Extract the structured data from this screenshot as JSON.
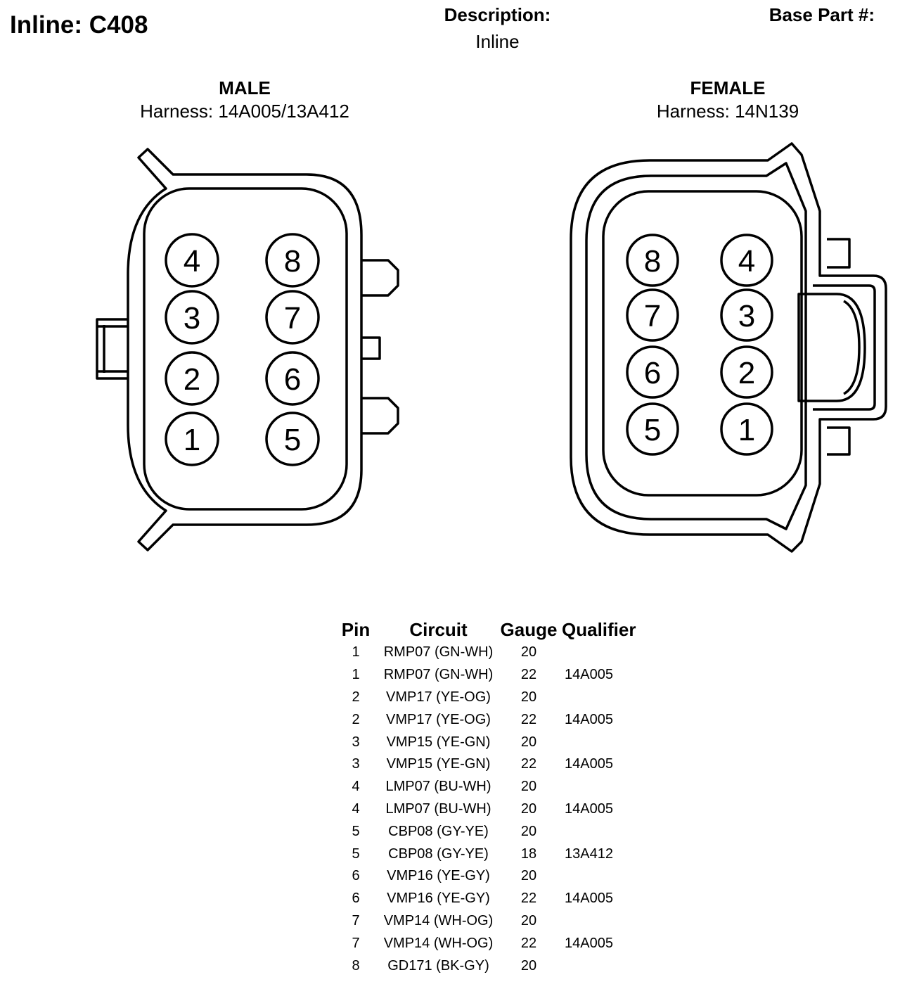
{
  "header": {
    "title": "Inline: C408",
    "description_label": "Description:",
    "description_value": "Inline",
    "base_part_label": "Base Part #:"
  },
  "male": {
    "gender": "MALE",
    "harness": "Harness: 14A005/13A412",
    "pins_left_column": [
      "4",
      "3",
      "2",
      "1"
    ],
    "pins_right_column": [
      "8",
      "7",
      "6",
      "5"
    ]
  },
  "female": {
    "gender": "FEMALE",
    "harness": "Harness: 14N139",
    "pins_left_column": [
      "8",
      "7",
      "6",
      "5"
    ],
    "pins_right_column": [
      "4",
      "3",
      "2",
      "1"
    ]
  },
  "table": {
    "headers": {
      "pin": "Pin",
      "circuit": "Circuit",
      "gauge": "Gauge",
      "qualifier": "Qualifier"
    },
    "rows": [
      {
        "pin": "1",
        "circuit": "RMP07 (GN-WH)",
        "gauge": "20",
        "qualifier": ""
      },
      {
        "pin": "1",
        "circuit": "RMP07 (GN-WH)",
        "gauge": "22",
        "qualifier": "14A005"
      },
      {
        "pin": "2",
        "circuit": "VMP17 (YE-OG)",
        "gauge": "20",
        "qualifier": ""
      },
      {
        "pin": "2",
        "circuit": "VMP17 (YE-OG)",
        "gauge": "22",
        "qualifier": "14A005"
      },
      {
        "pin": "3",
        "circuit": "VMP15 (YE-GN)",
        "gauge": "20",
        "qualifier": ""
      },
      {
        "pin": "3",
        "circuit": "VMP15 (YE-GN)",
        "gauge": "22",
        "qualifier": "14A005"
      },
      {
        "pin": "4",
        "circuit": "LMP07 (BU-WH)",
        "gauge": "20",
        "qualifier": ""
      },
      {
        "pin": "4",
        "circuit": "LMP07 (BU-WH)",
        "gauge": "20",
        "qualifier": "14A005"
      },
      {
        "pin": "5",
        "circuit": "CBP08 (GY-YE)",
        "gauge": "20",
        "qualifier": ""
      },
      {
        "pin": "5",
        "circuit": "CBP08 (GY-YE)",
        "gauge": "18",
        "qualifier": "13A412"
      },
      {
        "pin": "6",
        "circuit": "VMP16 (YE-GY)",
        "gauge": "20",
        "qualifier": ""
      },
      {
        "pin": "6",
        "circuit": "VMP16 (YE-GY)",
        "gauge": "22",
        "qualifier": "14A005"
      },
      {
        "pin": "7",
        "circuit": "VMP14 (WH-OG)",
        "gauge": "20",
        "qualifier": ""
      },
      {
        "pin": "7",
        "circuit": "VMP14 (WH-OG)",
        "gauge": "22",
        "qualifier": "14A005"
      },
      {
        "pin": "8",
        "circuit": "GD171 (BK-GY)",
        "gauge": "20",
        "qualifier": ""
      }
    ]
  },
  "colors": {
    "line": "#000000",
    "background": "#ffffff"
  }
}
